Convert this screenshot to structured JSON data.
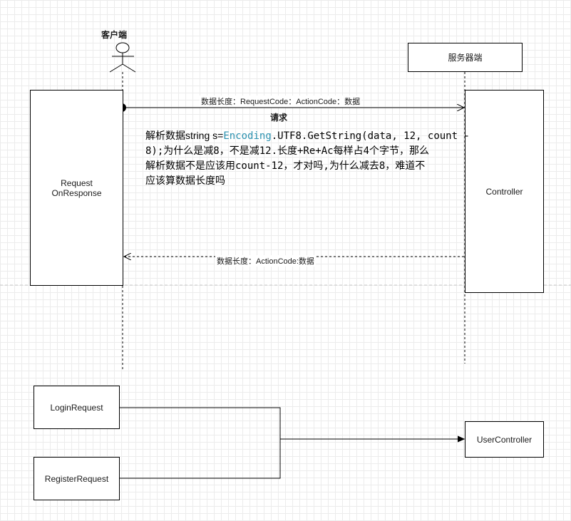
{
  "sequence": {
    "actor_label": "客户端",
    "server_label": "服务器端",
    "client_box": [
      "Request",
      "OnResponse"
    ],
    "controller_box": "Controller",
    "request_message": "数据长度：RequestCode：ActionCode：数据",
    "request_caption": "请求",
    "response_message": "数据长度：ActionCode:数据",
    "note": {
      "lead": "解析数据string s=",
      "keyword": "Encoding",
      "rest_line1": ".UTF8.GetString(data, 12, count -",
      "line2": "8);为什么是减8，不是减12.长度+Re+Ac每样占4个字节，那么",
      "line3": "解析数据不是应该用count-12，才对吗,为什么减去8，难道不",
      "line4": "应该算数据长度吗"
    }
  },
  "mapping": {
    "login": "LoginRequest",
    "register": "RegisterRequest",
    "user_controller": "UserController"
  }
}
